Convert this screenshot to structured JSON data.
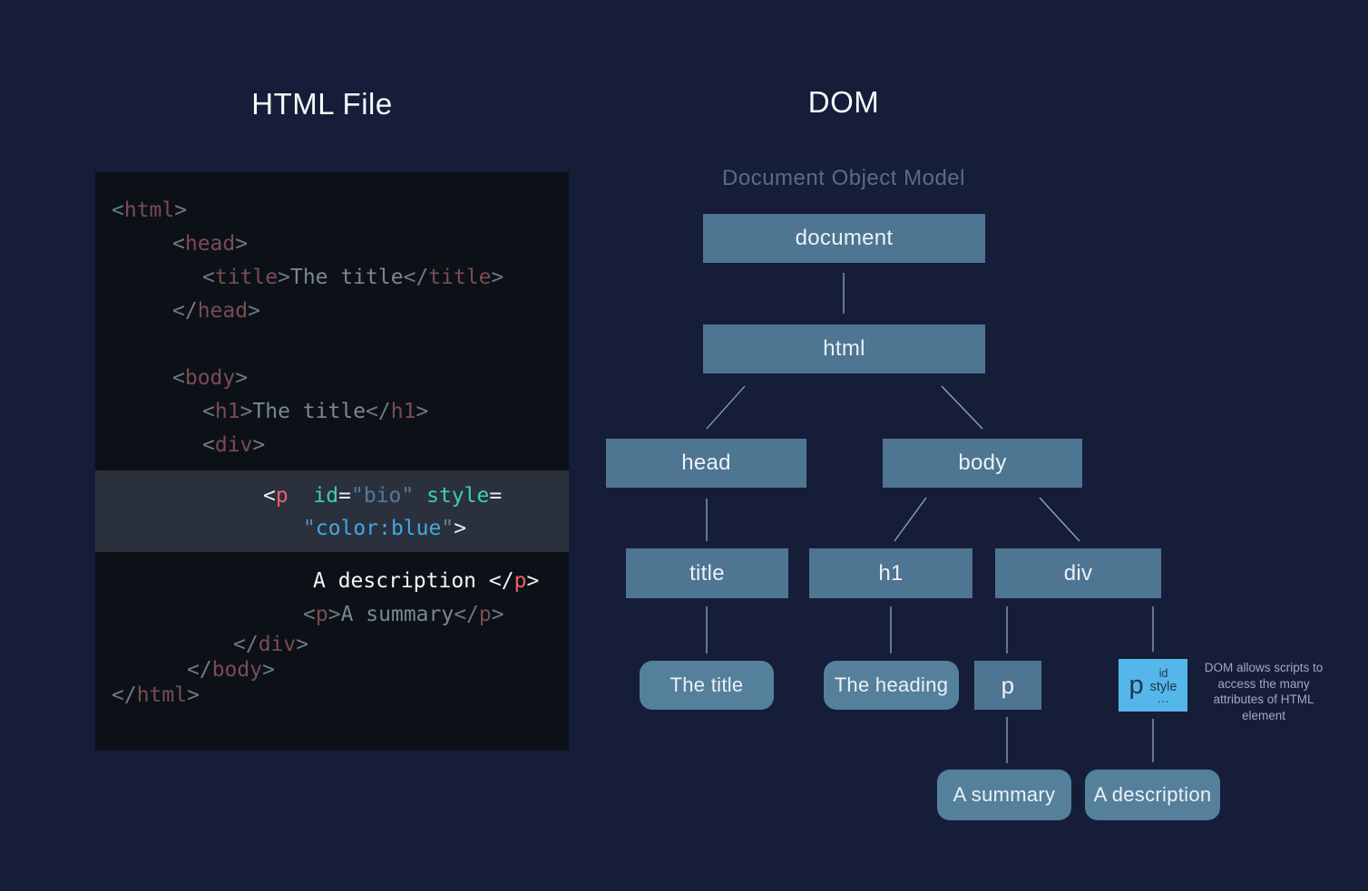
{
  "left_panel": {
    "title": "HTML File",
    "code": {
      "lines": [
        {
          "tokens": [
            {
              "c": "br",
              "t": "<"
            },
            {
              "c": "tag",
              "t": "html"
            },
            {
              "c": "br",
              "t": ">"
            }
          ]
        },
        {
          "tokens": [
            {
              "c": "br",
              "t": "<"
            },
            {
              "c": "tag",
              "t": "head"
            },
            {
              "c": "br",
              "t": ">"
            }
          ]
        },
        {
          "tokens": [
            {
              "c": "br",
              "t": "<"
            },
            {
              "c": "tag",
              "t": "title"
            },
            {
              "c": "br",
              "t": ">"
            },
            {
              "c": "txt",
              "t": "The title"
            },
            {
              "c": "br",
              "t": "</"
            },
            {
              "c": "tag",
              "t": "title"
            },
            {
              "c": "br",
              "t": ">"
            }
          ]
        },
        {
          "tokens": [
            {
              "c": "br",
              "t": "</"
            },
            {
              "c": "tag",
              "t": "head"
            },
            {
              "c": "br",
              "t": ">"
            }
          ]
        },
        {
          "tokens": []
        },
        {
          "tokens": [
            {
              "c": "br",
              "t": "<"
            },
            {
              "c": "tag",
              "t": "body"
            },
            {
              "c": "br",
              "t": ">"
            }
          ]
        },
        {
          "tokens": [
            {
              "c": "br",
              "t": "<"
            },
            {
              "c": "tag",
              "t": "h1"
            },
            {
              "c": "br",
              "t": ">"
            },
            {
              "c": "txt",
              "t": "The title"
            },
            {
              "c": "br",
              "t": "</"
            },
            {
              "c": "tag",
              "t": "h1"
            },
            {
              "c": "br",
              "t": ">"
            }
          ]
        },
        {
          "tokens": [
            {
              "c": "br",
              "t": "<"
            },
            {
              "c": "tag",
              "t": "div"
            },
            {
              "c": "br",
              "t": ">"
            }
          ]
        },
        {
          "tokens": [
            {
              "c": "wh",
              "t": "<"
            },
            {
              "c": "red",
              "t": "p"
            },
            {
              "c": "wh",
              "t": "  "
            },
            {
              "c": "attr",
              "t": "id"
            },
            {
              "c": "wh",
              "t": "="
            },
            {
              "c": "strm",
              "t": "\"bio\""
            },
            {
              "c": "wh",
              "t": " "
            },
            {
              "c": "attr",
              "t": "style"
            },
            {
              "c": "wh",
              "t": "="
            }
          ]
        },
        {
          "tokens": [
            {
              "c": "strq",
              "t": "\""
            },
            {
              "c": "strb",
              "t": "color:blue"
            },
            {
              "c": "strq",
              "t": "\""
            },
            {
              "c": "wh",
              "t": ">"
            }
          ]
        },
        {
          "tokens": [
            {
              "c": "bright",
              "t": "A description "
            },
            {
              "c": "wh",
              "t": "</"
            },
            {
              "c": "red",
              "t": "p"
            },
            {
              "c": "wh",
              "t": ">"
            }
          ]
        },
        {
          "tokens": [
            {
              "c": "br",
              "t": "<"
            },
            {
              "c": "tag",
              "t": "p"
            },
            {
              "c": "br",
              "t": ">"
            },
            {
              "c": "txt",
              "t": "A summary"
            },
            {
              "c": "br",
              "t": "</"
            },
            {
              "c": "tag",
              "t": "p"
            },
            {
              "c": "br",
              "t": ">"
            }
          ]
        },
        {
          "tokens": [
            {
              "c": "br",
              "t": "</"
            },
            {
              "c": "tag",
              "t": "div"
            },
            {
              "c": "br",
              "t": ">"
            }
          ]
        },
        {
          "tokens": [
            {
              "c": "br",
              "t": "</"
            },
            {
              "c": "tag",
              "t": "body"
            },
            {
              "c": "br",
              "t": ">"
            }
          ]
        },
        {
          "tokens": [
            {
              "c": "br",
              "t": "</"
            },
            {
              "c": "tag",
              "t": "html"
            },
            {
              "c": "br",
              "t": ">"
            }
          ]
        }
      ]
    }
  },
  "right_panel": {
    "title": "DOM",
    "subtitle": "Document Object Model",
    "tree": {
      "nodes": {
        "document": "document",
        "html": "html",
        "head": "head",
        "body": "body",
        "title": "title",
        "h1": "h1",
        "div": "div",
        "the_title": "The title",
        "the_heading": "The heading",
        "p": "p",
        "a_summary": "A summary",
        "a_description": "A description"
      },
      "attrs_box": {
        "tag": "p",
        "attrs": [
          "id",
          "style",
          "..."
        ]
      },
      "annotation": "DOM allows scripts to access the many attributes of HTML element"
    }
  },
  "colors": {
    "background": "#161d39",
    "code_background": "#0c1118",
    "code_highlight_row": "#2a313c",
    "node_fill": "#4e7592",
    "leaf_fill": "#54809c",
    "attribute_box_fill": "#55b6e9",
    "connector": "#92a6bd",
    "code_tag": "#7c4b53",
    "code_bracket": "#6f7884",
    "code_text": "#7c8694",
    "code_tag_highlight": "#ee5f69",
    "code_attr_name": "#3dcfa3",
    "code_attr_value_muted": "#56789b",
    "code_attr_value_blue": "#41a8e1",
    "code_bright_text": "#f4f6f8"
  }
}
